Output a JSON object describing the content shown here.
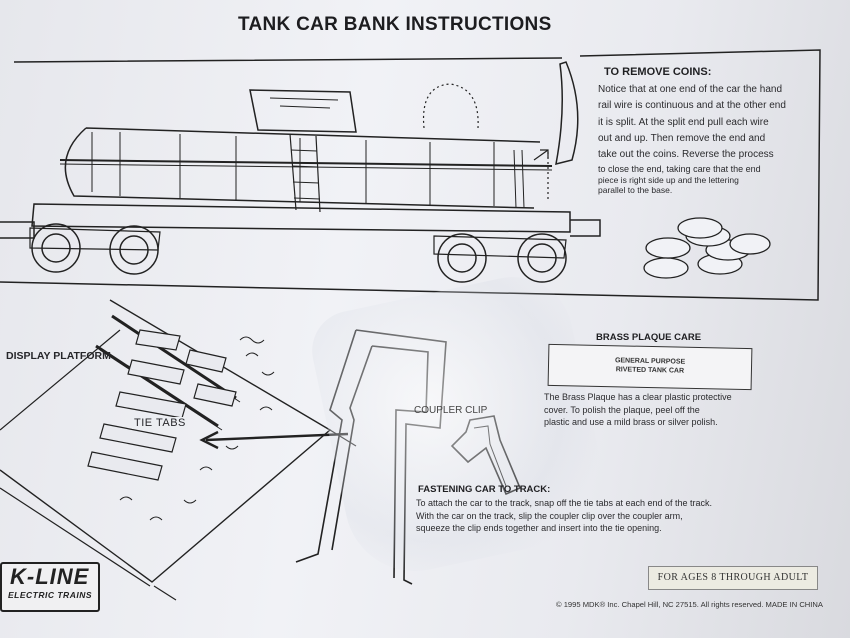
{
  "title": "TANK CAR BANK INSTRUCTIONS",
  "remove_coins": {
    "heading": "TO REMOVE COINS:",
    "lines": [
      "Notice that at one end of the car the hand",
      "rail wire is continuous and at the other end",
      "it is split.  At the split end pull each wire",
      "out and up.  Then remove the end and",
      "take out the coins.  Reverse the process",
      "to close the end, taking care that the end",
      "piece is right side up and the lettering",
      "parallel to the base."
    ]
  },
  "display_platform": "DISPLAY PLATFORM",
  "tie_tabs": "TIE TABS",
  "coupler_clip": "COUPLER CLIP",
  "brass_plaque": {
    "heading": "BRASS PLAQUE CARE",
    "plaque_line1": "GENERAL PURPOSE",
    "plaque_line2": "RIVETED TANK CAR",
    "lines": [
      "The Brass Plaque has a clear plastic protective",
      "cover. To polish the plaque, peel off the",
      "plastic and use a mild brass or silver polish."
    ]
  },
  "fastening": {
    "heading": "FASTENING CAR TO TRACK:",
    "lines": [
      "To attach the car to the track, snap off the tie tabs at each end of the track.",
      "With the car on the track, slip the coupler clip over the coupler arm,",
      "squeeze the clip ends together and insert into the tie opening."
    ]
  },
  "ages": "FOR AGES 8 THROUGH ADULT",
  "logo": {
    "main": "K-LINE",
    "sub": "ELECTRIC TRAINS"
  },
  "copyright": "© 1995 MDK® Inc. Chapel Hill, NC 27515.  All rights reserved.  MADE IN CHINA"
}
